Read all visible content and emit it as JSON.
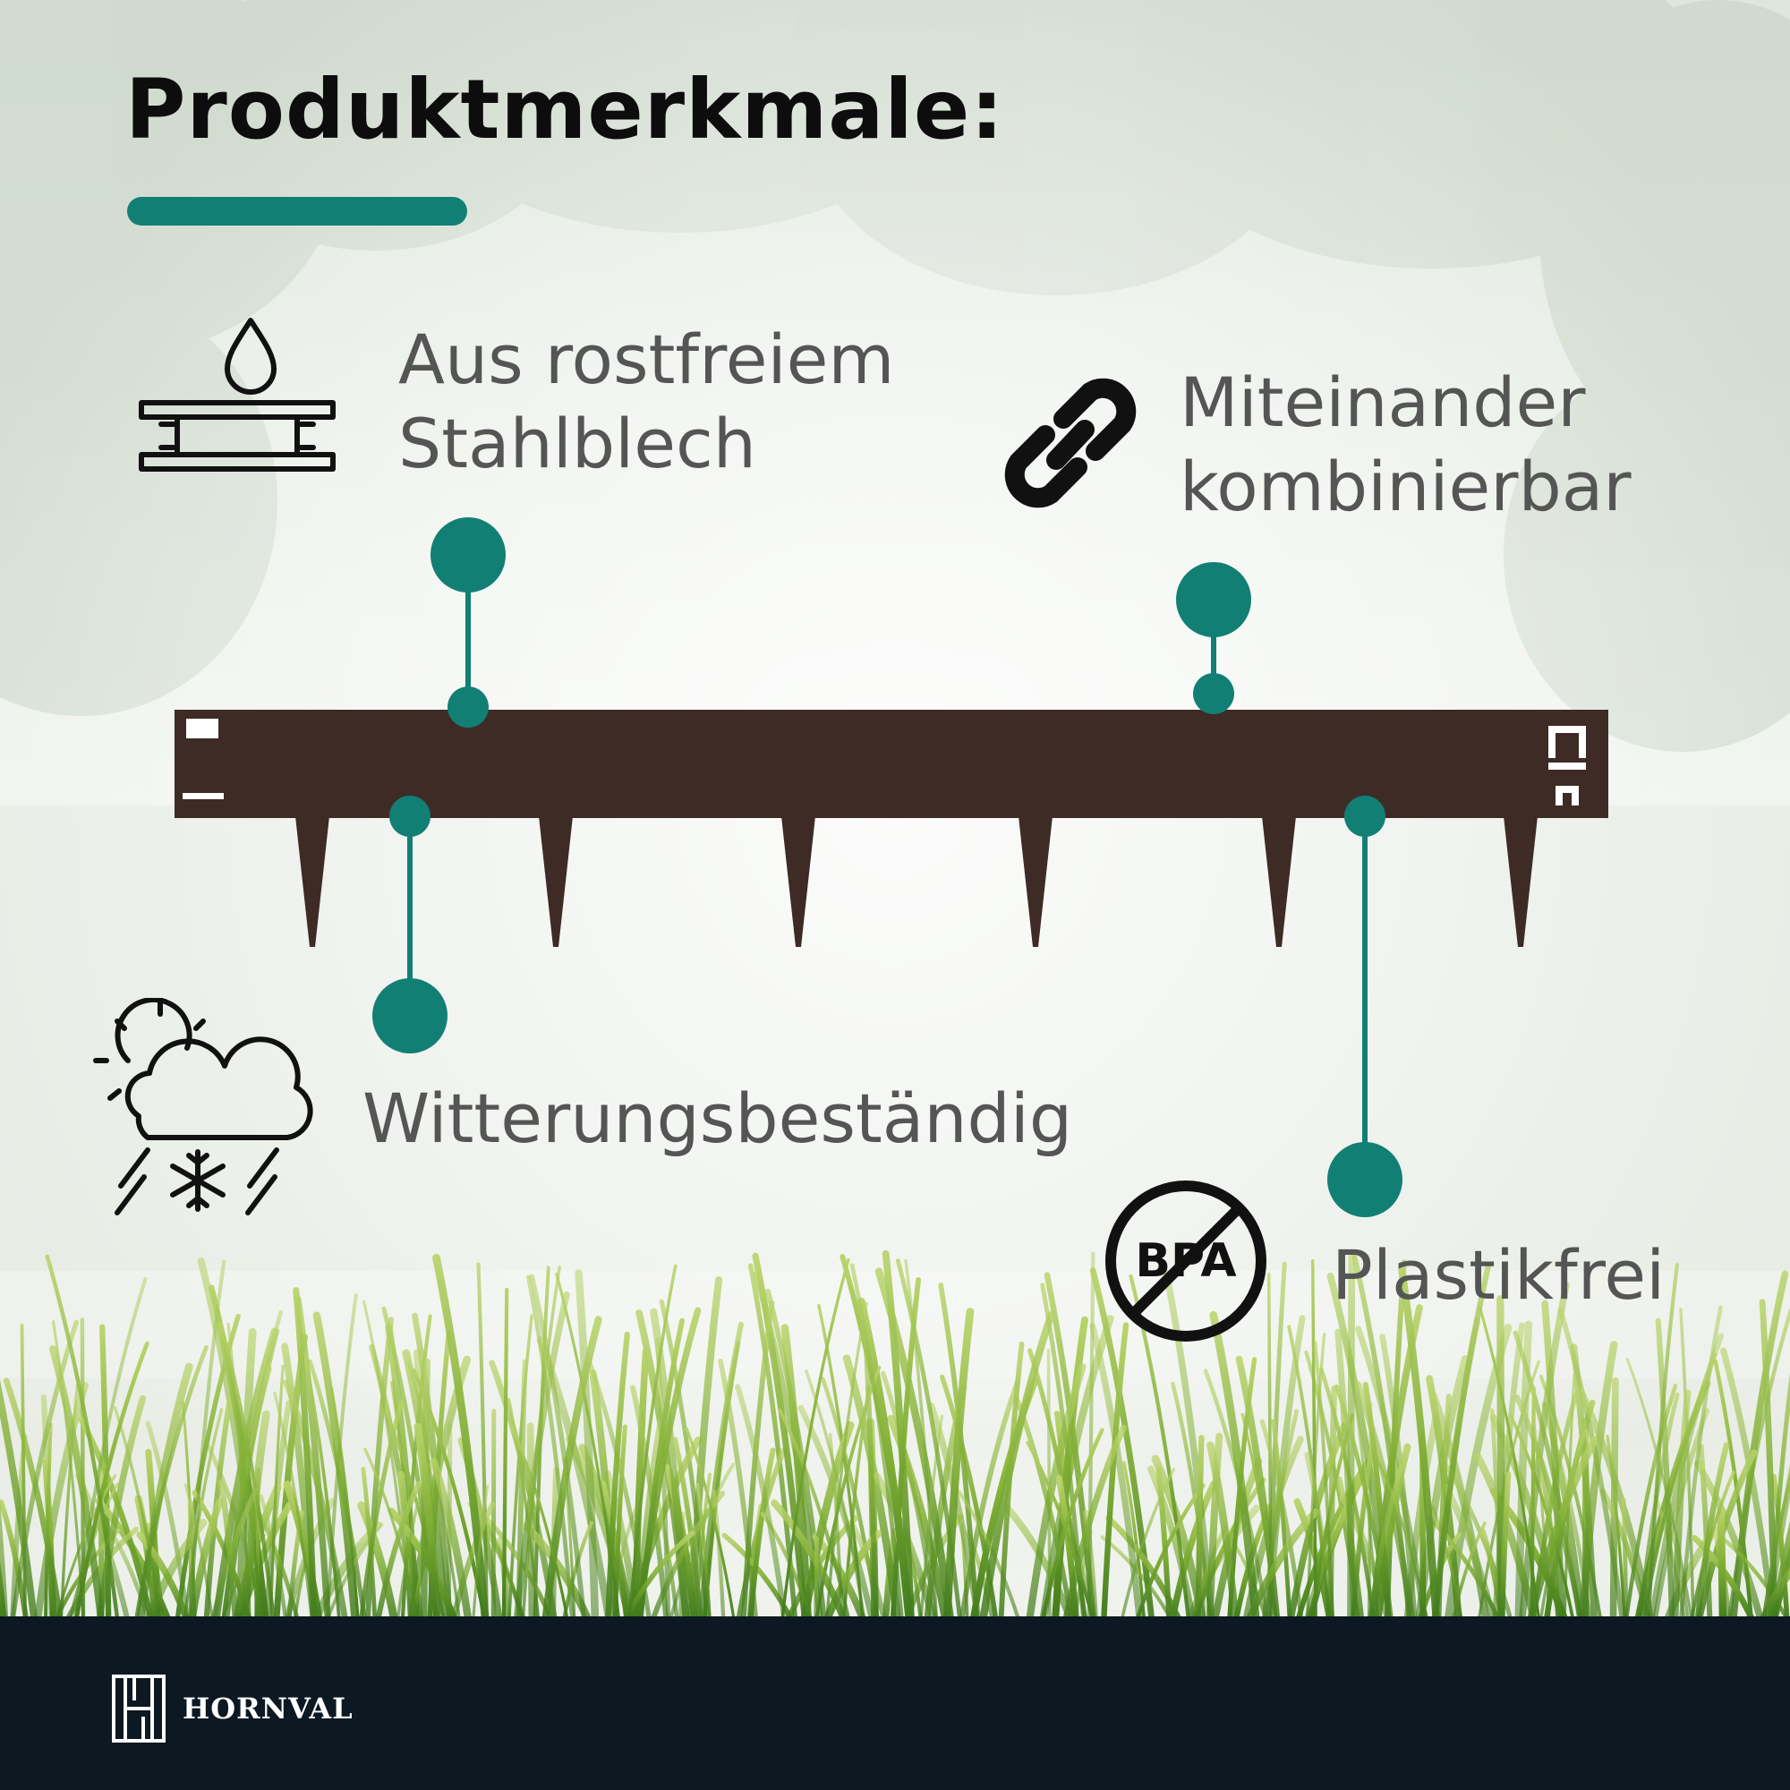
{
  "title": "Produktmerkmale:",
  "features": [
    {
      "lines": [
        "Aus rostfreiem",
        "Stahlblech"
      ],
      "icon": "steel-sheet-water-drop-icon"
    },
    {
      "lines": [
        "Miteinander",
        "kombinierbar"
      ],
      "icon": "chain-link-icon"
    },
    {
      "lines": [
        "Witterungsbeständig"
      ],
      "icon": "weather-sun-cloud-snow-icon"
    },
    {
      "lines": [
        "Plastikfrei"
      ],
      "icon": "bpa-free-icon"
    }
  ],
  "bpa_badge": "BPA",
  "brand": {
    "name": "HORNVAL",
    "icon": "hornval-logo-icon"
  },
  "colors": {
    "accent": "#127f75",
    "steel": "#3e2b25",
    "footer": "#0c1922",
    "label": "#555555",
    "title": "#0d0d0d"
  }
}
